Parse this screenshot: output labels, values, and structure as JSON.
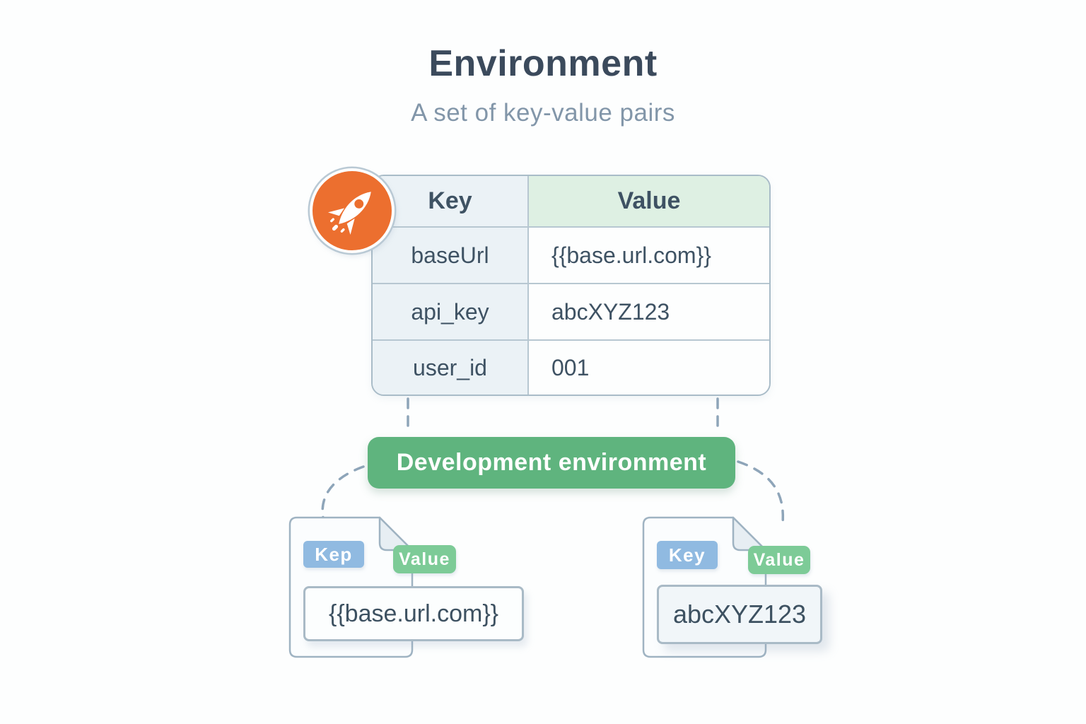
{
  "header": {
    "title": "Environment",
    "subtitle": "A set of key-value pairs"
  },
  "table": {
    "columns": [
      "Key",
      "Value"
    ],
    "rows": [
      {
        "key": "baseUrl",
        "value": "{{base.url.com}}"
      },
      {
        "key": "api_key",
        "value": "abcXYZ123"
      },
      {
        "key": "user_id",
        "value": "001"
      }
    ]
  },
  "environment_pill": {
    "label": "Development environment"
  },
  "files": [
    {
      "key_badge": "Kep",
      "value_badge": "Value",
      "content": "{{base.url.com}}"
    },
    {
      "key_badge": "Key",
      "value_badge": "Value",
      "content": "abcXYZ123"
    }
  ],
  "icons": {
    "rocket": "rocket-icon"
  },
  "colors": {
    "accent_orange": "#EC6F2F",
    "env_green": "#5FB47E",
    "badge_blue": "#90BAE1",
    "badge_green": "#7DCB97",
    "value_header_green": "#DEF0E3",
    "key_cell_blue": "#EBF2F6",
    "text_dark": "#3D5161",
    "dashed_line": "#8EA5B9"
  }
}
